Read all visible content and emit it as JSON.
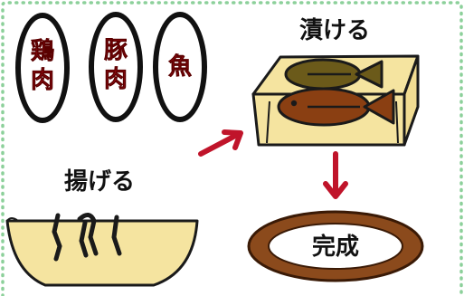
{
  "ingredients": [
    {
      "chars": [
        "鶏",
        "肉"
      ]
    },
    {
      "chars": [
        "豚",
        "肉"
      ]
    },
    {
      "chars": [
        "魚"
      ]
    }
  ],
  "steps": {
    "marinate": "漬ける",
    "fry": "揚げる",
    "done": "完成"
  },
  "colors": {
    "ingredient_text": "#b0101b",
    "arrow": "#c0142a",
    "tray_fill": "#f5e4a0",
    "fish_dark": "#6b5a1a",
    "fish_brown": "#8a3f12",
    "plate_rim": "#8b4a1c",
    "frame_dots": "#8cd09a"
  }
}
